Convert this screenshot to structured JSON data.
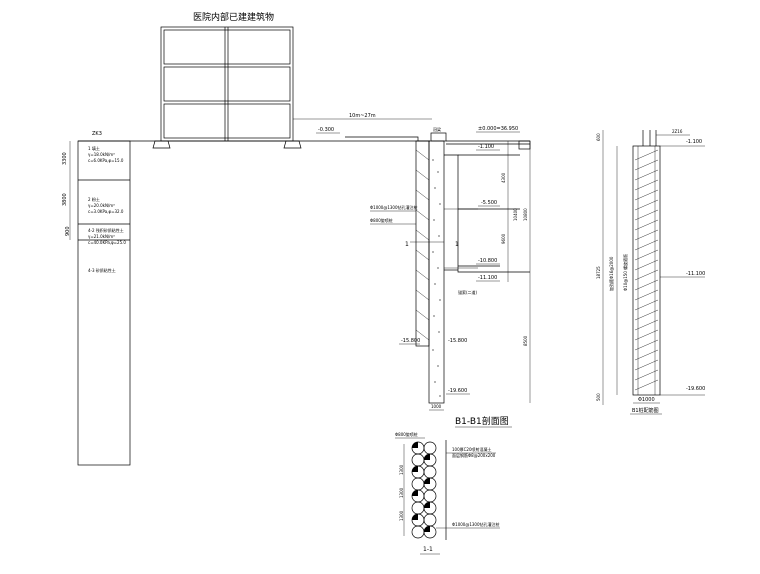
{
  "building_title": "医院内部已建建筑物",
  "distance_label": "10m~27m",
  "borehole_label": "ZK3",
  "ground_level_left": "-0.300",
  "layer_depths": [
    "3300",
    "3800",
    "900"
  ],
  "soil_layers": [
    {
      "name": "1 填土",
      "gamma": "γ=18.0kN/m³",
      "params": "c=6.0KPa,φ=15.0"
    },
    {
      "name": "2 粉土",
      "gamma": "γ=20.0kN/m³",
      "params": "c=3.0KPa,φ=32.0"
    },
    {
      "name": "4-2 残积砂质粘性土",
      "gamma": "γ=21.0kN/m³",
      "params": "c=40.0KPa,φ=25.0"
    },
    {
      "name": "4-3 砂质粘性土",
      "gamma": "",
      "params": ""
    }
  ],
  "section": {
    "top_elev": "±0.000=36.950",
    "crown_beam": "冠梁",
    "levels": [
      "-1.100",
      "-5.500",
      "-10.800",
      "-11.100",
      "-15.800",
      "-19.600"
    ],
    "pile_label": "Φ1000@1300钻孔灌注桩",
    "jet_label": "Φ800旋喷桩",
    "anchor_label": "锚索(二道)",
    "dim_4300": "4300",
    "dim_9600": "9600",
    "dim_10400": "10400",
    "dim_10800": "10800",
    "dim_8500": "8500",
    "dim_1000": "1000",
    "cut_mark": "1",
    "title": "B1-B1剖面图"
  },
  "pile_detail": {
    "top_level": "-1.100",
    "mid_level": "-11.100",
    "bottom_level": "-19.600",
    "stirrup_label": "2Z16",
    "main_rebar": "Φ10@150 螺旋箍筋",
    "hoop_label": "加劲箍Φ16@2000",
    "total_length": "18725",
    "dim_top": "600",
    "dim_bottom": "500",
    "width_label": "Φ1000",
    "title": "B1桩配筋图"
  },
  "plan_detail": {
    "jet_label": "Φ800旋喷桩",
    "face_label": "100厚C20喷射混凝土",
    "mesh_label": "面层钢筋Φ8@200x200",
    "spacing": [
      "1300",
      "1300",
      "1300"
    ],
    "pile_label": "Φ1000@1300钻孔灌注桩",
    "title": "1-1"
  }
}
